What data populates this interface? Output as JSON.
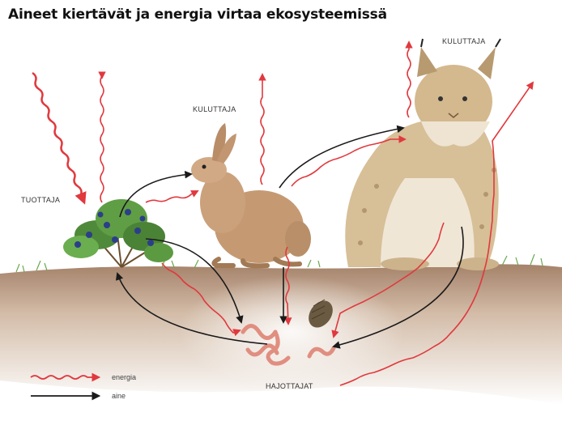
{
  "title": "Aineet kiertävät ja energia virtaa ekosysteemissä",
  "labels": {
    "producer": "TUOTTAJA",
    "consumer_hare": "KULUTTAJA",
    "consumer_lynx": "KULUTTAJA",
    "decomposers": "HAJOTTAJAT"
  },
  "legend": {
    "energy": "energia",
    "matter": "aine"
  },
  "colors": {
    "energy": "#e0393e",
    "matter": "#1a1a1a",
    "soil": "#c9a98a",
    "grass": "#6aa84f"
  },
  "icons": [
    "blueberry-bush-icon",
    "hare-icon",
    "lynx-icon",
    "woodlouse-icon",
    "earthworm-icon"
  ]
}
